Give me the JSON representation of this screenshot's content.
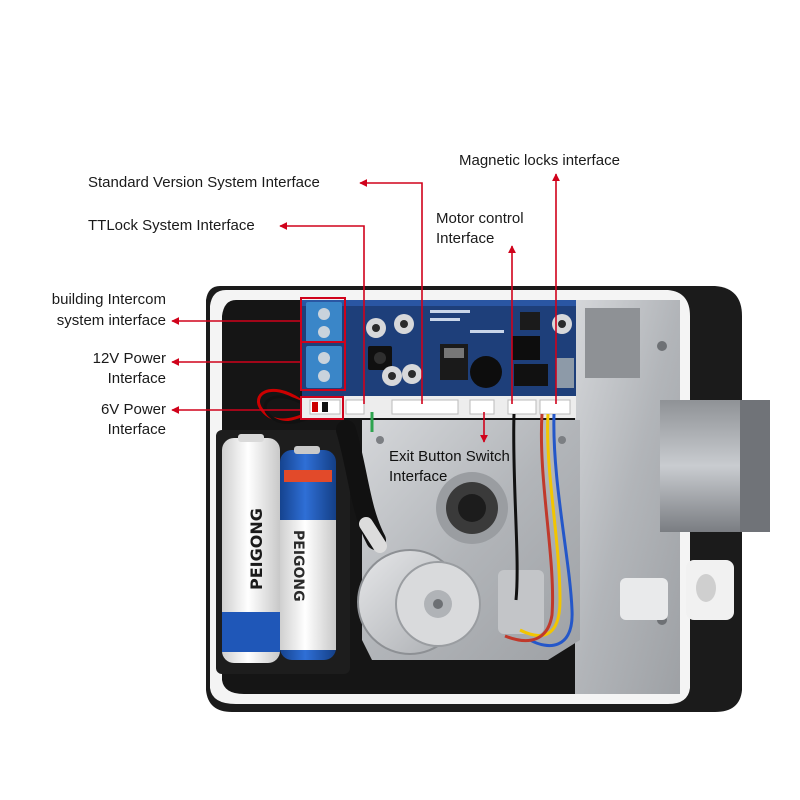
{
  "labels": {
    "standard_version": "Standard Version System Interface",
    "ttlock": "TTLock System Interface",
    "magnetic_locks": "Magnetic locks interface",
    "motor_control_line1": "Motor control",
    "motor_control_line2": "Interface",
    "building_intercom_line1": "building Intercom",
    "building_intercom_line2": "system interface",
    "power12_line1": "12V Power",
    "power12_line2": "Interface",
    "power6_line1": "6V Power",
    "power6_line2": "Interface",
    "exit_button_line1": "Exit Button Switch",
    "exit_button_line2": "Interface"
  },
  "battery_brand": "PEIGONG",
  "colors": {
    "arrow": "#d0021b",
    "lock_body": "#1b1b1b",
    "metal": "#b9bcbf",
    "pcb": "#1e3f7a",
    "battery_blue": "#1f57b8",
    "battery_white": "#f2f2f2",
    "terminal_blue": "#3a86c8"
  }
}
